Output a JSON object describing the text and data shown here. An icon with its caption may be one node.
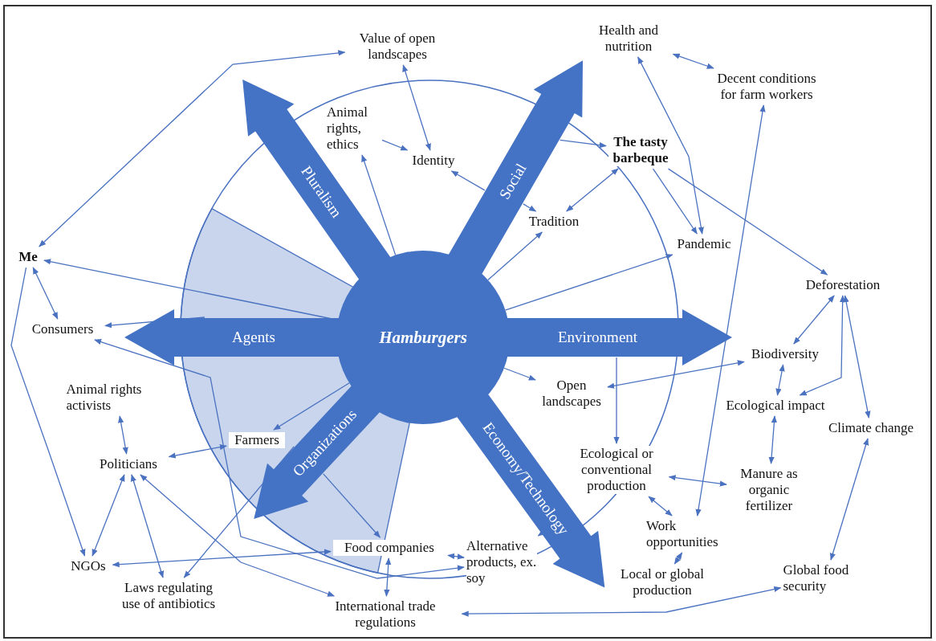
{
  "diagram": {
    "nodes": [
      {
        "text": [
          "Hamburgers"
        ]
      },
      {
        "text": [
          "Pluralism"
        ]
      },
      {
        "text": [
          "Social"
        ]
      },
      {
        "text": [
          "Agents"
        ]
      },
      {
        "text": [
          "Environment"
        ]
      },
      {
        "text": [
          "Organizations"
        ]
      },
      {
        "text": [
          "Economy/Technology"
        ]
      },
      {
        "text": [
          "Value of open landscapes"
        ]
      },
      {
        "text": [
          "Health and nutrition"
        ]
      },
      {
        "text": [
          "Decent conditions for farm workers"
        ]
      },
      {
        "text": [
          "Animal rights, ethics"
        ]
      },
      {
        "text": [
          "Identity"
        ]
      },
      {
        "text": [
          "The tasty barbeque"
        ]
      },
      {
        "text": [
          "Tradition"
        ]
      },
      {
        "text": [
          "Pandemic"
        ]
      },
      {
        "text": [
          "Me"
        ]
      },
      {
        "text": [
          "Deforestation"
        ]
      },
      {
        "text": [
          "Consumers"
        ]
      },
      {
        "text": [
          "Biodiversity"
        ]
      },
      {
        "text": [
          "Open landscapes"
        ]
      },
      {
        "text": [
          "Ecological impact"
        ]
      },
      {
        "text": [
          "Climate change"
        ]
      },
      {
        "text": [
          "Animal rights activists"
        ]
      },
      {
        "text": [
          "Farmers"
        ]
      },
      {
        "text": [
          "Politicians"
        ]
      },
      {
        "text": [
          "Ecological or conventional production"
        ]
      },
      {
        "text": [
          "Manure as organic fertilizer"
        ]
      },
      {
        "text": [
          "Work opportunities"
        ]
      },
      {
        "text": [
          "NGOs"
        ]
      },
      {
        "text": [
          "Food companies"
        ]
      },
      {
        "text": [
          "Alternative products, ex. soy"
        ]
      },
      {
        "text": [
          "Local or global production"
        ]
      },
      {
        "text": [
          "Global food security"
        ]
      },
      {
        "text": [
          "Laws regulating use of antibiotics"
        ]
      },
      {
        "text": [
          "International trade regulations"
        ]
      }
    ],
    "edges": [
      {
        "from": 15,
        "to": 7,
        "arrow": "both"
      },
      {
        "from": 0,
        "to": 15,
        "arrow": "to"
      },
      {
        "from": 15,
        "to": 17,
        "arrow": "both"
      },
      {
        "from": 15,
        "to": 28,
        "arrow": "to"
      },
      {
        "from": 3,
        "to": 17,
        "arrow": "to"
      },
      {
        "from": 17,
        "to": 30,
        "arrow": "both"
      },
      {
        "from": 0,
        "to": 10,
        "arrow": "to"
      },
      {
        "from": 10,
        "to": 11,
        "arrow": "to"
      },
      {
        "from": 7,
        "to": 11,
        "arrow": "both"
      },
      {
        "from": 2,
        "to": 11,
        "arrow": "to"
      },
      {
        "from": 2,
        "to": 13,
        "arrow": "to"
      },
      {
        "from": 13,
        "to": 12,
        "arrow": "both"
      },
      {
        "from": 0,
        "to": 13,
        "arrow": "to"
      },
      {
        "from": 8,
        "to": 9,
        "arrow": "both"
      },
      {
        "from": 8,
        "to": 14,
        "arrow": "both"
      },
      {
        "from": 12,
        "to": 14,
        "arrow": "to"
      },
      {
        "from": 12,
        "to": 16,
        "arrow": "to"
      },
      {
        "from": 4,
        "to": 25,
        "arrow": "to"
      },
      {
        "from": 6,
        "to": 30,
        "arrow": "to"
      },
      {
        "from": 9,
        "to": 27,
        "arrow": "both"
      },
      {
        "from": 0,
        "to": 14,
        "arrow": "to"
      },
      {
        "from": 16,
        "to": 18,
        "arrow": "both"
      },
      {
        "from": 16,
        "to": 20,
        "arrow": "both"
      },
      {
        "from": 16,
        "to": 21,
        "arrow": "both"
      },
      {
        "from": 18,
        "to": 20,
        "arrow": "both"
      },
      {
        "from": 19,
        "to": 18,
        "arrow": "both"
      },
      {
        "from": 20,
        "to": 26,
        "arrow": "both"
      },
      {
        "from": 25,
        "to": 26,
        "arrow": "both"
      },
      {
        "from": 25,
        "to": 27,
        "arrow": "both"
      },
      {
        "from": 27,
        "to": 31,
        "arrow": "both"
      },
      {
        "from": 34,
        "to": 32,
        "arrow": "both"
      },
      {
        "from": 21,
        "to": 32,
        "arrow": "both"
      },
      {
        "from": 0,
        "to": 19,
        "arrow": "to"
      },
      {
        "from": 0,
        "to": 23,
        "arrow": "to"
      },
      {
        "from": 23,
        "to": 24,
        "arrow": "both"
      },
      {
        "from": 24,
        "to": 22,
        "arrow": "both"
      },
      {
        "from": 5,
        "to": 29,
        "arrow": "to"
      },
      {
        "from": 24,
        "to": 28,
        "arrow": "both"
      },
      {
        "from": 24,
        "to": 33,
        "arrow": "both"
      },
      {
        "from": 24,
        "to": 34,
        "arrow": "both"
      },
      {
        "from": 28,
        "to": 29,
        "arrow": "both"
      },
      {
        "from": 5,
        "to": 33,
        "arrow": "to"
      },
      {
        "from": 29,
        "to": 30,
        "arrow": "both"
      },
      {
        "from": 29,
        "to": 34,
        "arrow": "both"
      },
      {
        "from": 2,
        "to": 12,
        "arrow": "to"
      }
    ]
  }
}
